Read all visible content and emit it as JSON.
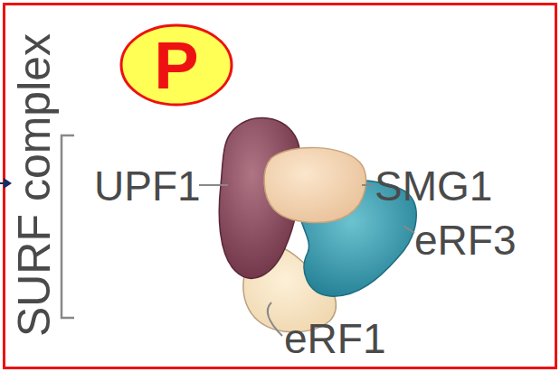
{
  "diagram": {
    "nodes": [
      {
        "text": [
          "P"
        ]
      }
    ],
    "labels": [
      "SURF complex",
      "UPF1",
      "SMG1",
      "eRF3",
      "eRF1"
    ]
  }
}
